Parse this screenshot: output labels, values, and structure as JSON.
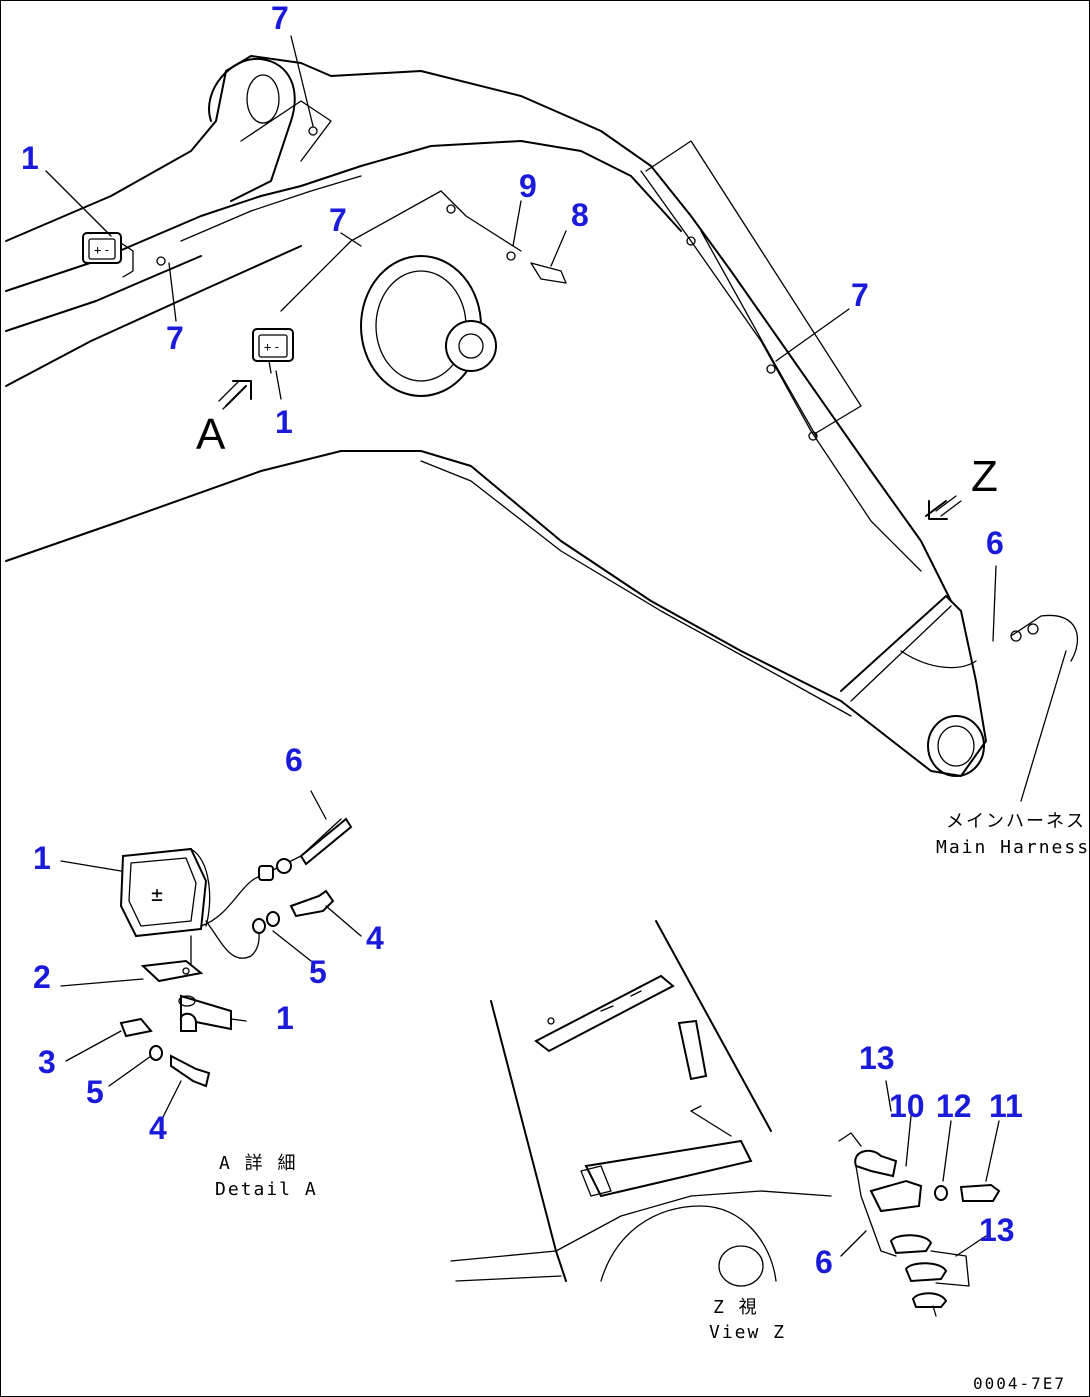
{
  "callouts": {
    "c1a": "1",
    "c1b": "1",
    "c1c": "1",
    "c1d": "1",
    "c2": "2",
    "c3": "3",
    "c4a": "4",
    "c4b": "4",
    "c5a": "5",
    "c5b": "5",
    "c6a": "6",
    "c6b": "6",
    "c6c": "6",
    "c7a": "7",
    "c7b": "7",
    "c7c": "7",
    "c7d": "7",
    "c8": "8",
    "c9": "9",
    "c10": "10",
    "c11": "11",
    "c12": "12",
    "c13a": "13",
    "c13b": "13"
  },
  "view_labels": {
    "arrow_a": "A",
    "arrow_z": "Z"
  },
  "annotations": {
    "harness_jp": "メインハーネス",
    "harness_en": "Main Harness",
    "detail_jp": "A 詳 細",
    "detail_en": "Detail A",
    "view_jp": "Z 視",
    "view_en": "View Z"
  },
  "footer": {
    "code": "0004-7E7"
  }
}
